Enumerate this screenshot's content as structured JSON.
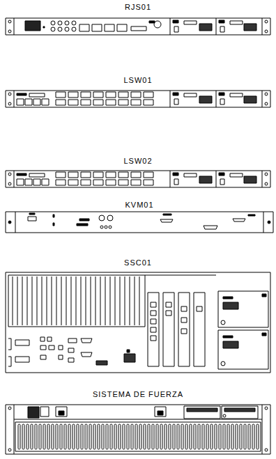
{
  "diagram": {
    "nodes": [
      {
        "text": [
          "RJS01"
        ]
      },
      {
        "text": [
          "LSW01"
        ]
      },
      {
        "text": [
          "LSW02"
        ]
      },
      {
        "text": [
          "KVM01"
        ]
      },
      {
        "text": [
          "SSC01"
        ]
      },
      {
        "text": [
          "SISTEMA DE FUERZA"
        ]
      }
    ]
  }
}
